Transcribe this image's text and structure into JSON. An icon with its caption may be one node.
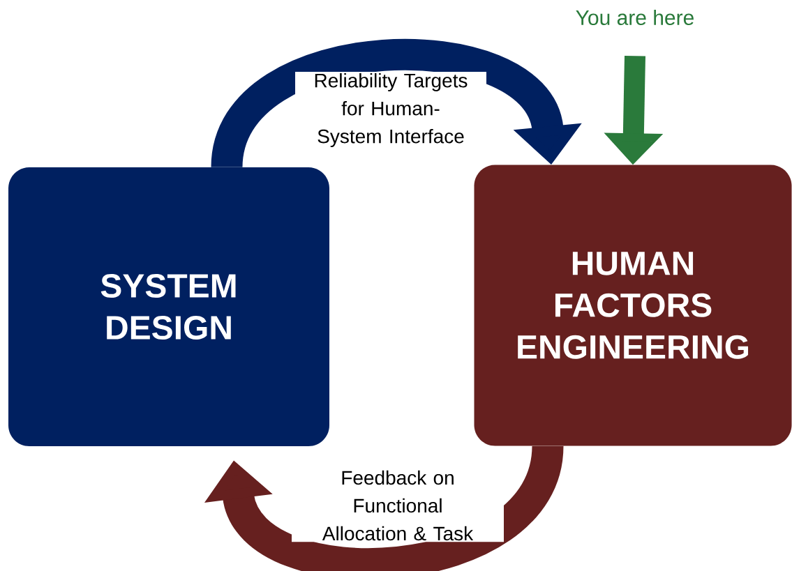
{
  "diagram": {
    "nodes": [
      {
        "text": [
          "SYSTEM DESIGN"
        ]
      },
      {
        "text": [
          "HUMAN FACTORS ENGINEERING"
        ]
      },
      {
        "text": [
          "You are here"
        ]
      }
    ],
    "edges": [
      {
        "from": 0,
        "to": 1,
        "arrow": "to",
        "label": "Reliability Targets for Human- System Interface",
        "color": "#002060"
      },
      {
        "from": 1,
        "to": 0,
        "arrow": "to",
        "label": "Feedback on Functional Allocation & Task",
        "color": "#66201f"
      },
      {
        "from": 2,
        "to": 1,
        "arrow": "to",
        "color": "#2a7a3b"
      }
    ]
  }
}
